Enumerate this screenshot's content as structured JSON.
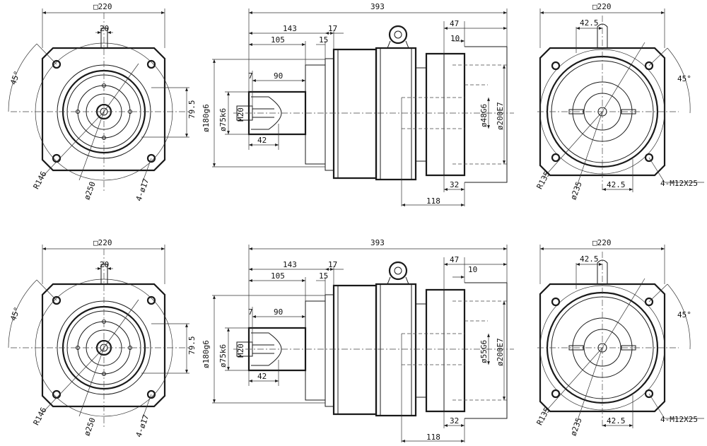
{
  "views": [
    {
      "front": {
        "square": "□220",
        "key_width": "20",
        "angle": "45°",
        "offset": "79.5",
        "radius": "R146",
        "pcd": "ø250",
        "holes": "4-ø17"
      },
      "side": {
        "overall": "393",
        "len_a": "143",
        "len_b": "105",
        "len_c": "17",
        "len_d": "15",
        "len_e": "47",
        "len_f": "10",
        "len_g": "7",
        "len_h": "90",
        "len_i": "42",
        "len_j": "32",
        "len_k": "118",
        "dia_spigot": "ø180g6",
        "dia_shaft": "ø75k6",
        "thread": "M20",
        "dia_input": "ø48G6",
        "dia_flange": "ø200E7"
      },
      "rear": {
        "square": "□220",
        "offset_top": "42.5",
        "angle": "45°",
        "radius": "R135",
        "pcd": "ø235",
        "offset_bottom": "42.5",
        "threads": "4-M12X25"
      }
    },
    {
      "front": {
        "square": "□220",
        "key_width": "20",
        "angle": "45°",
        "offset": "79.5",
        "radius": "R146",
        "pcd": "ø250",
        "holes": "4-ø17"
      },
      "side": {
        "overall": "393",
        "len_a": "143",
        "len_b": "105",
        "len_c": "17",
        "len_d": "15",
        "len_e": "47",
        "len_f": "10",
        "len_g": "7",
        "len_h": "90",
        "len_i": "42",
        "len_j": "32",
        "len_k": "118",
        "dia_spigot": "ø180g6",
        "dia_shaft": "ø75k6",
        "thread": "M20",
        "dia_input": "ø55G6",
        "dia_flange": "ø200E7"
      },
      "rear": {
        "square": "□220",
        "offset_top": "42.5",
        "angle": "45°",
        "radius": "R135",
        "pcd": "ø235",
        "offset_bottom": "42.5",
        "threads": "4-M12X25"
      }
    }
  ]
}
